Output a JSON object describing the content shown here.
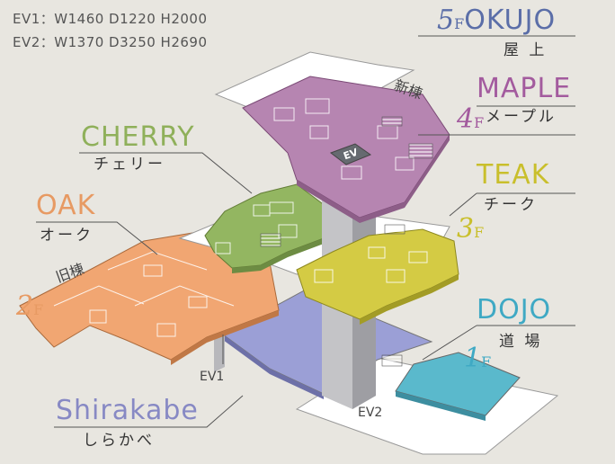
{
  "specs": {
    "ev1": "EV1：W1460 D1220 H2000",
    "ev2": "EV2：W1370 D3250 H2690"
  },
  "floors": {
    "okujo": {
      "num": "5",
      "letter": "F",
      "name": "OKUJO",
      "jp": "屋 上",
      "color": "#5b6ea8"
    },
    "maple": {
      "num": "4",
      "letter": "F",
      "name": "MAPLE",
      "jp": "メープル",
      "color": "#a35b9e"
    },
    "teak": {
      "num": "3",
      "letter": "F",
      "name": "TEAK",
      "jp": "チーク",
      "color": "#c9bf2c"
    },
    "cherry": {
      "name": "CHERRY",
      "jp": "チェリー",
      "color": "#8fb05a"
    },
    "oak": {
      "num": "2",
      "letter": "F",
      "name": "OAK",
      "jp": "オーク",
      "color": "#e79a63"
    },
    "dojo": {
      "num": "1",
      "letter": "F",
      "name": "DOJO",
      "jp": "道 場",
      "color": "#3fa9c4"
    },
    "shirakabe": {
      "name": "Shirakabe",
      "jp": "しらかべ",
      "color": "#8789c4"
    }
  },
  "buildings": {
    "new": "新棟",
    "old": "旧棟"
  },
  "elevators": {
    "ev1": "EV1",
    "ev2": "EV2",
    "ev_tag": "EV"
  }
}
